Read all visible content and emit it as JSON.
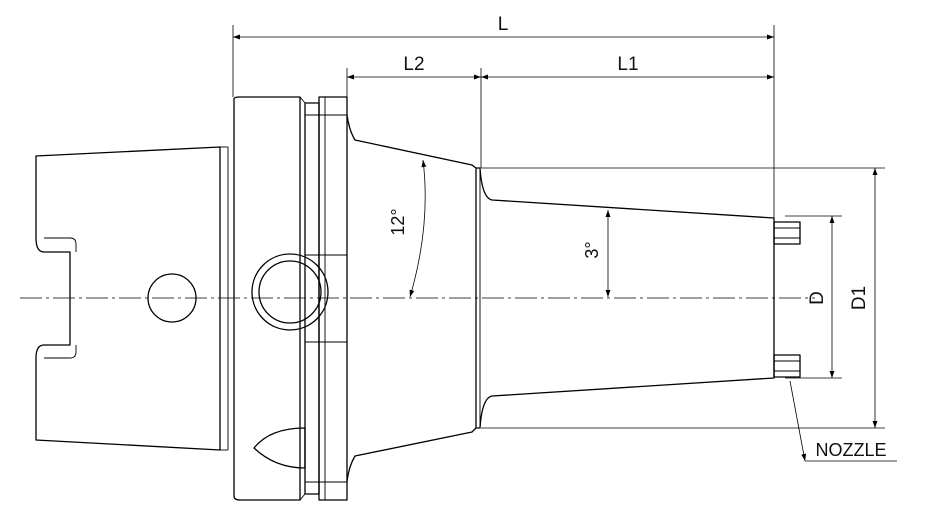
{
  "dimensions": {
    "overall_length": "L",
    "length_2": "L2",
    "length_1": "L1",
    "diameter": "D",
    "diameter_1": "D1"
  },
  "angles": {
    "flange_taper": "12°",
    "nose_taper": "3°"
  },
  "callouts": {
    "nozzle": "NOZZLE"
  },
  "colors": {
    "line": "#000000",
    "background": "#ffffff"
  }
}
